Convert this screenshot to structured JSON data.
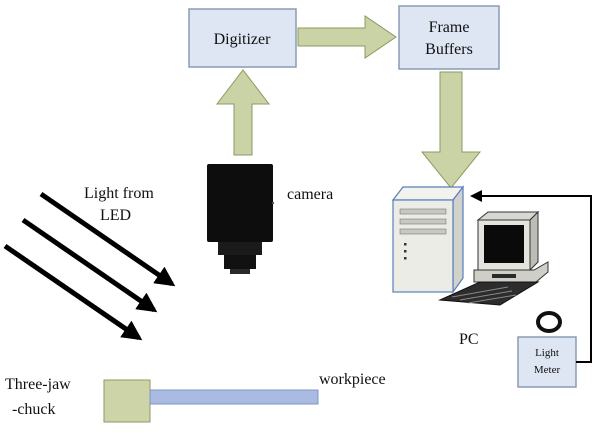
{
  "diagram": {
    "colors": {
      "box_fill": "#dde6f2",
      "box_stroke": "#8a9bb3",
      "arrow_fill": "#c9d3a6",
      "arrow_stroke": "#8d9a63",
      "workpiece": "#a9bbe0",
      "chuck": "#cdd5a8",
      "light_ray": "#000000"
    },
    "nodes": {
      "digitizer": "Digitizer",
      "frame_buffers_line1": "Frame",
      "frame_buffers_line2": "Buffers",
      "camera": "camera",
      "light_line1": "Light from",
      "light_line2": "LED",
      "pc": "PC",
      "light_meter_line1": "Light",
      "light_meter_line2": "Meter",
      "chuck_line1": "Three-jaw",
      "chuck_line2": "-chuck",
      "workpiece": "workpiece"
    },
    "edges": [
      {
        "from": "camera",
        "to": "digitizer"
      },
      {
        "from": "digitizer",
        "to": "frame_buffers"
      },
      {
        "from": "frame_buffers",
        "to": "pc"
      },
      {
        "from": "light_meter",
        "to": "pc"
      }
    ]
  }
}
